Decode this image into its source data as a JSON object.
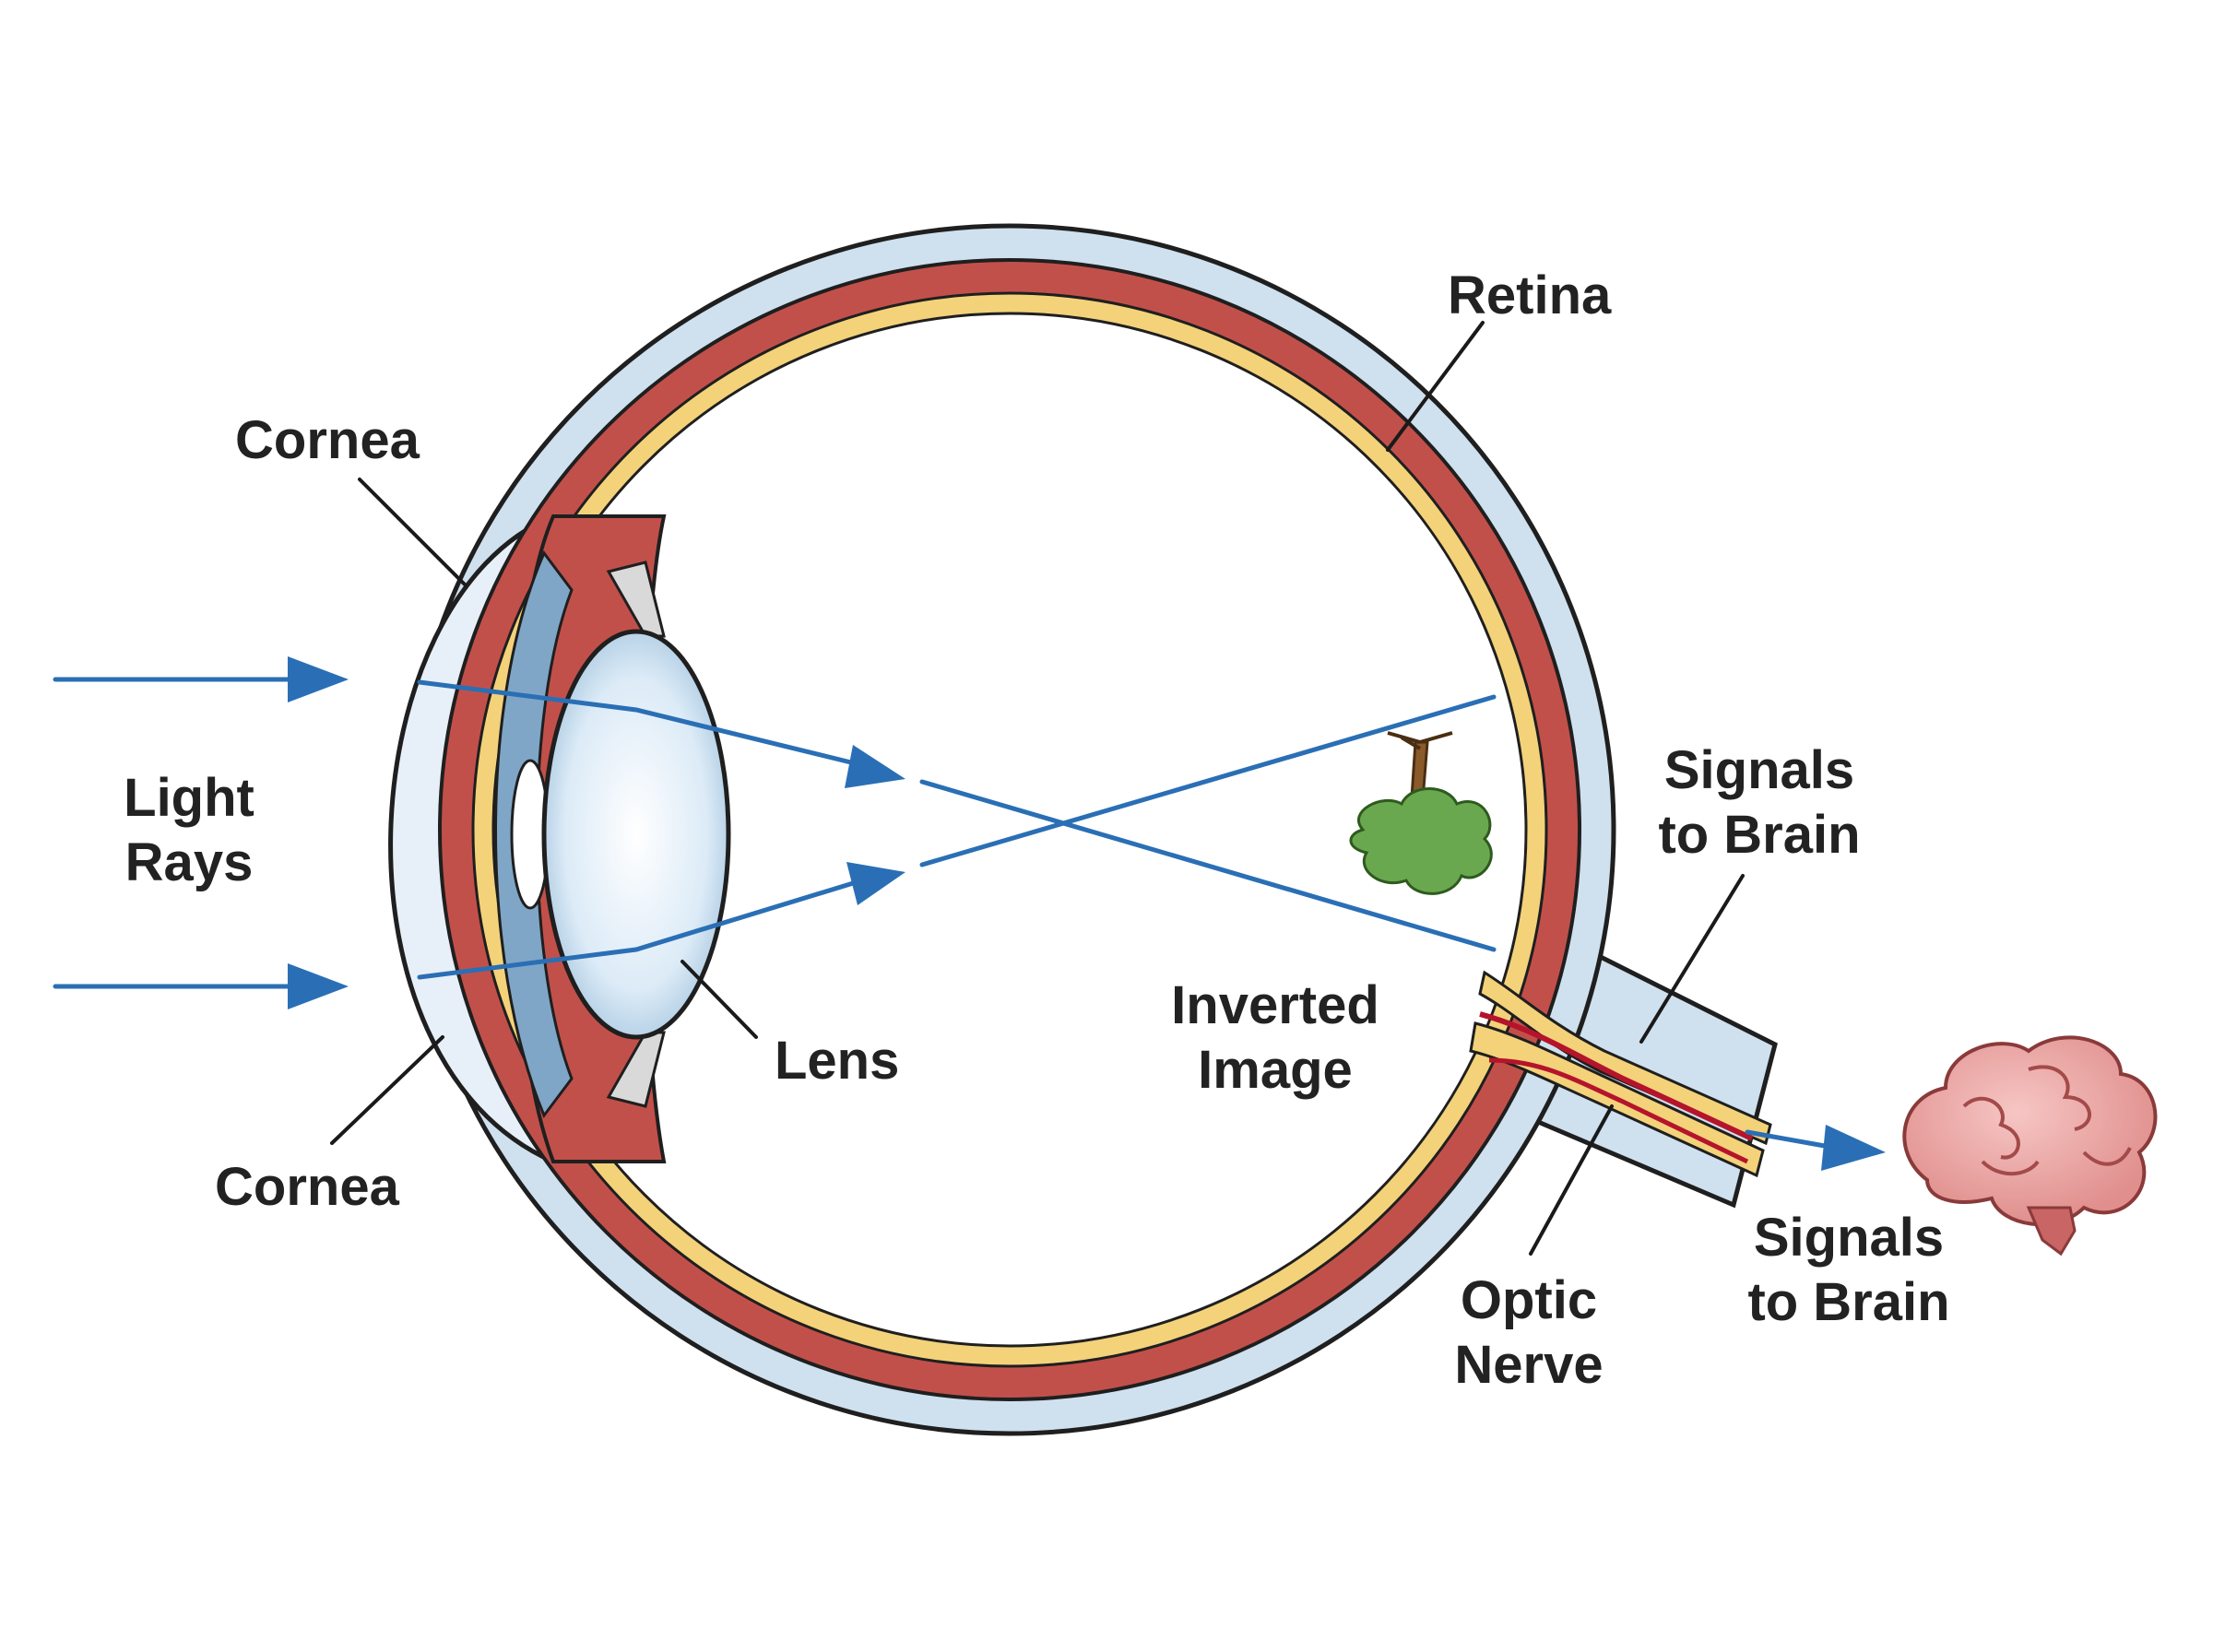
{
  "diagram": {
    "labels": {
      "retina": "Retina",
      "cornea_top": "Cornea",
      "cornea_bottom": "Cornea",
      "light_rays_line1": "Light",
      "light_rays_line2": "Rays",
      "lens": "Lens",
      "inverted_image_line1": "Inverted",
      "inverted_image_line2": "Image",
      "signals_upper_line1": "Signals",
      "signals_upper_line2": "to Brain",
      "signals_lower_line1": "Signals",
      "signals_lower_line2": "to Brain",
      "optic_nerve_line1": "Optic",
      "optic_nerve_line2": "Nerve"
    },
    "colors": {
      "sclera": "#cfe0ee",
      "choroid": "#c2504a",
      "retina": "#f3d27a",
      "lens": "#dcebf7",
      "iris": "#7fa6c6",
      "ray": "#2a6fb5",
      "outline": "#1f1f1f",
      "tree_foliage": "#6aa84f",
      "tree_trunk": "#8b5a2b",
      "brain": "#e8a4a4"
    },
    "icons": {
      "tree": "tree-icon",
      "brain": "brain-icon"
    }
  }
}
